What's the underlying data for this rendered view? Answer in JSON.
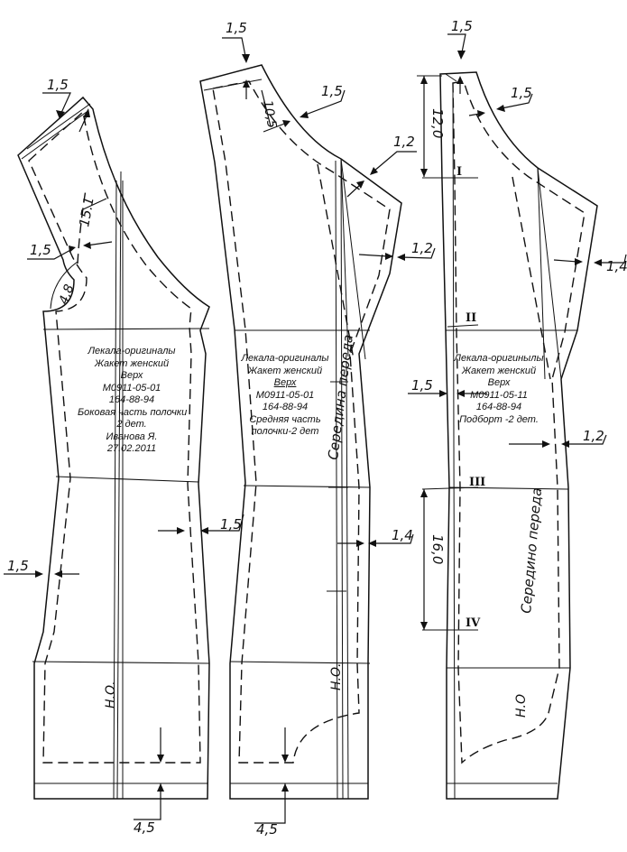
{
  "pieces": [
    {
      "label_lines": [
        "Лекала-оригиналы",
        "Жакет женский",
        "Верх",
        "М0911-05-01",
        "164-88-94",
        "Боковая часть полочки",
        "2 дет.",
        "Иванова Я.",
        "27.02.2011"
      ],
      "measurements": {
        "top": "1,5",
        "neck_diag": "15.1",
        "neck_side": "1,5",
        "armhole_notch": "4,8",
        "waist_right": "1,5",
        "hip_left": "1,5",
        "hem": "4,5"
      },
      "grain_mark": "Н.О."
    },
    {
      "label_lines": [
        "Лекала-оригиналы",
        "Жакет женский",
        "Верх",
        "М0911-05-01",
        "164-88-94",
        "Средняя часть",
        "полочки-2 дет"
      ],
      "measurements": {
        "top": "1,5",
        "shoulder_len": "10,5",
        "shoulder": "1,5",
        "armhole": "1,2",
        "side": "1,2",
        "waist": "1,4",
        "hem": "4,5"
      },
      "center_text": "Середина переда",
      "grain_mark": "Н.О."
    },
    {
      "label_lines": [
        "Лекала-оригинылы",
        "Жакет женский",
        "Верх",
        "М0911-05-11",
        "164-88-94",
        "Подборт -2 дет."
      ],
      "measurements": {
        "top": "1,5",
        "shoulder": "1,5",
        "neck_len": "12,0",
        "armhole": "1,4",
        "left_notch": "1,5",
        "waist": "1,2",
        "section": "16,0"
      },
      "control_marks": [
        "I",
        "II",
        "III",
        "IV"
      ],
      "center_text": "Середино переда",
      "grain_mark": "Н.О"
    }
  ]
}
